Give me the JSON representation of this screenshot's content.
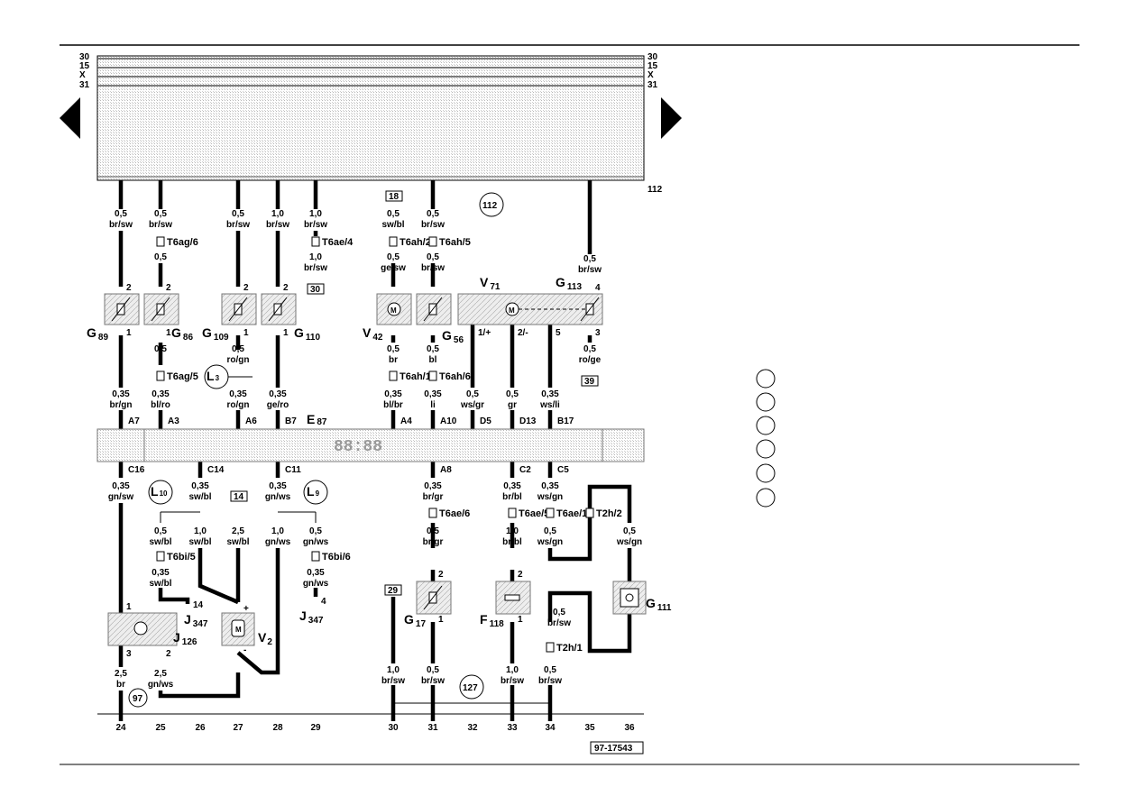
{
  "rails": {
    "labels_left": [
      "30",
      "15",
      "X",
      "31"
    ],
    "labels_right": [
      "30",
      "15",
      "X",
      "31"
    ],
    "id": "112"
  },
  "doc_id": "97-17543",
  "tracks": [
    "24",
    "25",
    "26",
    "27",
    "28",
    "29",
    "30",
    "31",
    "32",
    "33",
    "34",
    "35",
    "36"
  ],
  "circle_refs": [
    "112",
    "97",
    "127"
  ],
  "boxed_refs": [
    "18",
    "30",
    "39",
    "14",
    "29"
  ],
  "cluster": {
    "label": "E",
    "sub": "87"
  },
  "wires_top": [
    {
      "size": "0,5",
      "color": "br/sw"
    },
    {
      "size": "0,5",
      "color": "br/sw"
    },
    {
      "size": "0,5",
      "color": "br/sw"
    },
    {
      "size": "1,0",
      "color": "br/sw"
    },
    {
      "size": "1,0",
      "color": "br/sw"
    },
    {
      "size": "0,5",
      "color": "sw/bl"
    },
    {
      "size": "0,5",
      "color": "br/sw"
    },
    {
      "size": "0,5",
      "color": "br/sw"
    }
  ],
  "wires_mid": [
    {
      "size": "0,5",
      "color": ""
    },
    {
      "size": "1,0",
      "color": "br/sw"
    },
    {
      "size": "0,5",
      "color": "ge/sw"
    },
    {
      "size": "0,5",
      "color": "br/sw"
    }
  ],
  "wires_lower": [
    {
      "size": "0,5",
      "color": ""
    },
    {
      "size": "0,5",
      "color": "ro/gn"
    },
    {
      "size": "0,5",
      "color": "br"
    },
    {
      "size": "0,5",
      "color": "bl"
    },
    {
      "size": "0,5",
      "color": "ro/ge"
    }
  ],
  "wires_cluster_top": [
    {
      "size": "0,35",
      "color": "br/gn",
      "pin": "A7"
    },
    {
      "size": "0,35",
      "color": "bl/ro",
      "pin": "A3"
    },
    {
      "size": "0,35",
      "color": "ro/gn",
      "pin": "A6"
    },
    {
      "size": "0,35",
      "color": "ge/ro",
      "pin": "B7"
    },
    {
      "size": "0,35",
      "color": "bl/br",
      "pin": "A4"
    },
    {
      "size": "0,35",
      "color": "li",
      "pin": "A10"
    },
    {
      "size": "0,5",
      "color": "ws/gr",
      "pin": "D5"
    },
    {
      "size": "0,5",
      "color": "gr",
      "pin": "D13"
    },
    {
      "size": "0,35",
      "color": "ws/li",
      "pin": "B17"
    }
  ],
  "wires_cluster_bottom": [
    {
      "size": "0,35",
      "color": "gn/sw",
      "pin": "C16"
    },
    {
      "size": "0,35",
      "color": "sw/bl",
      "pin": "C14"
    },
    {
      "size": "0,35",
      "color": "gn/ws",
      "pin": "C11"
    },
    {
      "size": "0,35",
      "color": "br/gr",
      "pin": "A8"
    },
    {
      "size": "0,35",
      "color": "br/bl",
      "pin": "C2"
    },
    {
      "size": "0,35",
      "color": "ws/gn",
      "pin": "C5"
    }
  ],
  "wires_bottom": [
    {
      "size": "0,5",
      "color": "sw/bl"
    },
    {
      "size": "1,0",
      "color": "sw/bl"
    },
    {
      "size": "2,5",
      "color": "sw/bl"
    },
    {
      "size": "1,0",
      "color": "gn/ws"
    },
    {
      "size": "0,5",
      "color": "gn/ws"
    },
    {
      "size": "0,35",
      "color": "sw/bl"
    },
    {
      "size": "0,35",
      "color": "gn/ws"
    },
    {
      "size": "0,5",
      "color": "br/gr"
    },
    {
      "size": "1,0",
      "color": "br/bl"
    },
    {
      "size": "0,5",
      "color": "ws/gn"
    },
    {
      "size": "0,5",
      "color": "ws/gn"
    },
    {
      "size": "0,5",
      "color": "br/sw"
    },
    {
      "size": "2,5",
      "color": "br"
    },
    {
      "size": "2,5",
      "color": "gn/ws"
    },
    {
      "size": "1,0",
      "color": "br/sw"
    },
    {
      "size": "0,5",
      "color": "br/sw"
    },
    {
      "size": "1,0",
      "color": "br/sw"
    },
    {
      "size": "0,5",
      "color": "br/sw"
    }
  ],
  "connectors": [
    "T6ag/6",
    "T6ae/4",
    "T6ah/2",
    "T6ah/5",
    "T6ag/5",
    "T6ah/1",
    "T6ah/6",
    "T6ae/6",
    "T6ae/5",
    "T6ae/1",
    "T2h/2",
    "T6bi/5",
    "T6bi/6",
    "T2h/1"
  ],
  "components": {
    "G89": {
      "letter": "G",
      "sub": "89"
    },
    "G86": {
      "letter": "G",
      "sub": "86"
    },
    "G109": {
      "letter": "G",
      "sub": "109"
    },
    "G110": {
      "letter": "G",
      "sub": "110"
    },
    "V42": {
      "letter": "V",
      "sub": "42"
    },
    "G56": {
      "letter": "G",
      "sub": "56"
    },
    "V71": {
      "letter": "V",
      "sub": "71"
    },
    "G113": {
      "letter": "G",
      "sub": "113"
    },
    "L3": {
      "letter": "L",
      "sub": "3"
    },
    "L10": {
      "letter": "L",
      "sub": "10"
    },
    "L9": {
      "letter": "L",
      "sub": "9"
    },
    "J347a": {
      "letter": "J",
      "sub": "347"
    },
    "J347b": {
      "letter": "J",
      "sub": "347"
    },
    "J126": {
      "letter": "J",
      "sub": "126"
    },
    "V2": {
      "letter": "V",
      "sub": "2"
    },
    "G17": {
      "letter": "G",
      "sub": "17"
    },
    "F118": {
      "letter": "F",
      "sub": "118"
    },
    "G111": {
      "letter": "G",
      "sub": "111"
    }
  },
  "pins": {
    "g89_top": "2",
    "g89_bot": "1",
    "g86_top": "2",
    "g86_bot": "1",
    "g109_top": "2",
    "g109_bot": "1",
    "g110_top": "2",
    "g110_bot": "1",
    "g113_top": "4",
    "g113_bot": "3",
    "v71_p1": "1/+",
    "v71_p2": "2/-",
    "v71_p5": "5",
    "j347_14": "14",
    "j347_4": "4",
    "v2_plus": "+",
    "v2_minus": "-",
    "j126_1": "1",
    "j126_3": "3",
    "j126_2": "2",
    "g17_top": "2",
    "g17_bot": "1",
    "f118_top": "2",
    "f118_bot": "1"
  },
  "display_digits": "88:88"
}
